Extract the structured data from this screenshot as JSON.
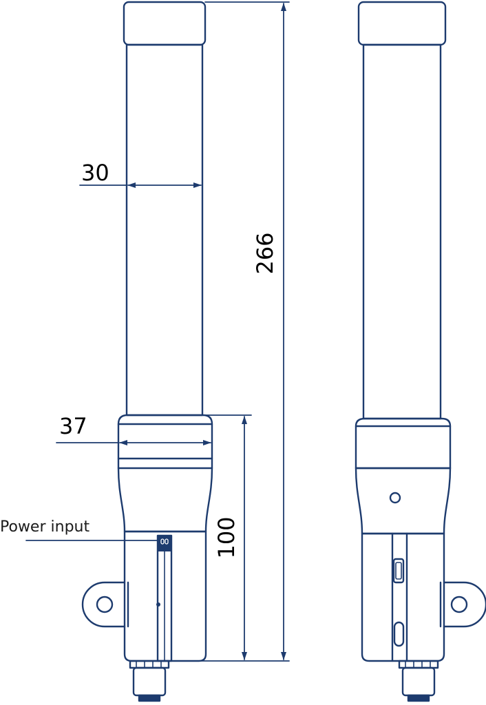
{
  "colors": {
    "outline": "#1d3b6e",
    "background": "#ffffff",
    "connector_fill": "#1d3b6e"
  },
  "dimensions": {
    "tube_width": "30",
    "base_width": "37",
    "total_height": "266",
    "base_height": "100"
  },
  "labels": {
    "power_input": "Power input"
  }
}
